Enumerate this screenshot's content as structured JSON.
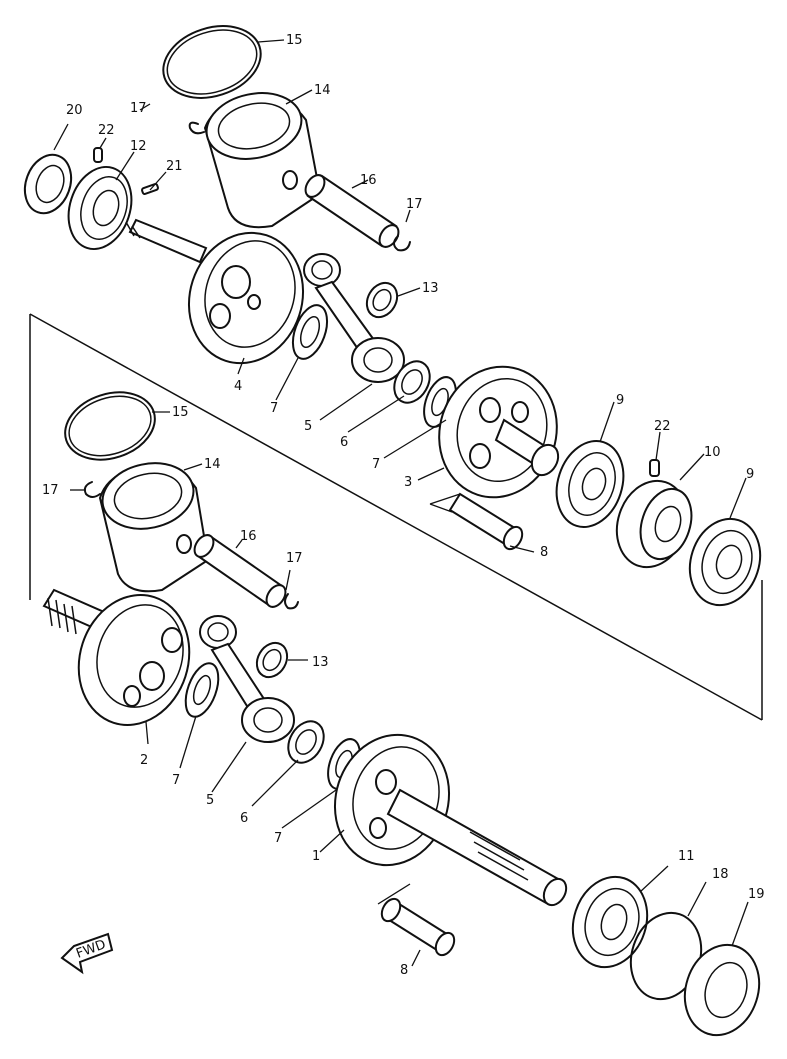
{
  "diagram": {
    "part_numbers": {
      "n1": "1",
      "n2": "2",
      "n3": "3",
      "n4": "4",
      "n5": "5",
      "n6": "6",
      "n7": "7",
      "n8": "8",
      "n9": "9",
      "n10": "10",
      "n11": "11",
      "n12": "12",
      "n13": "13",
      "n14": "14",
      "n15": "15",
      "n16": "16",
      "n17": "17",
      "n18": "18",
      "n19": "19",
      "n20": "20",
      "n21": "21",
      "n22": "22"
    },
    "fwd_label": "FWD"
  }
}
